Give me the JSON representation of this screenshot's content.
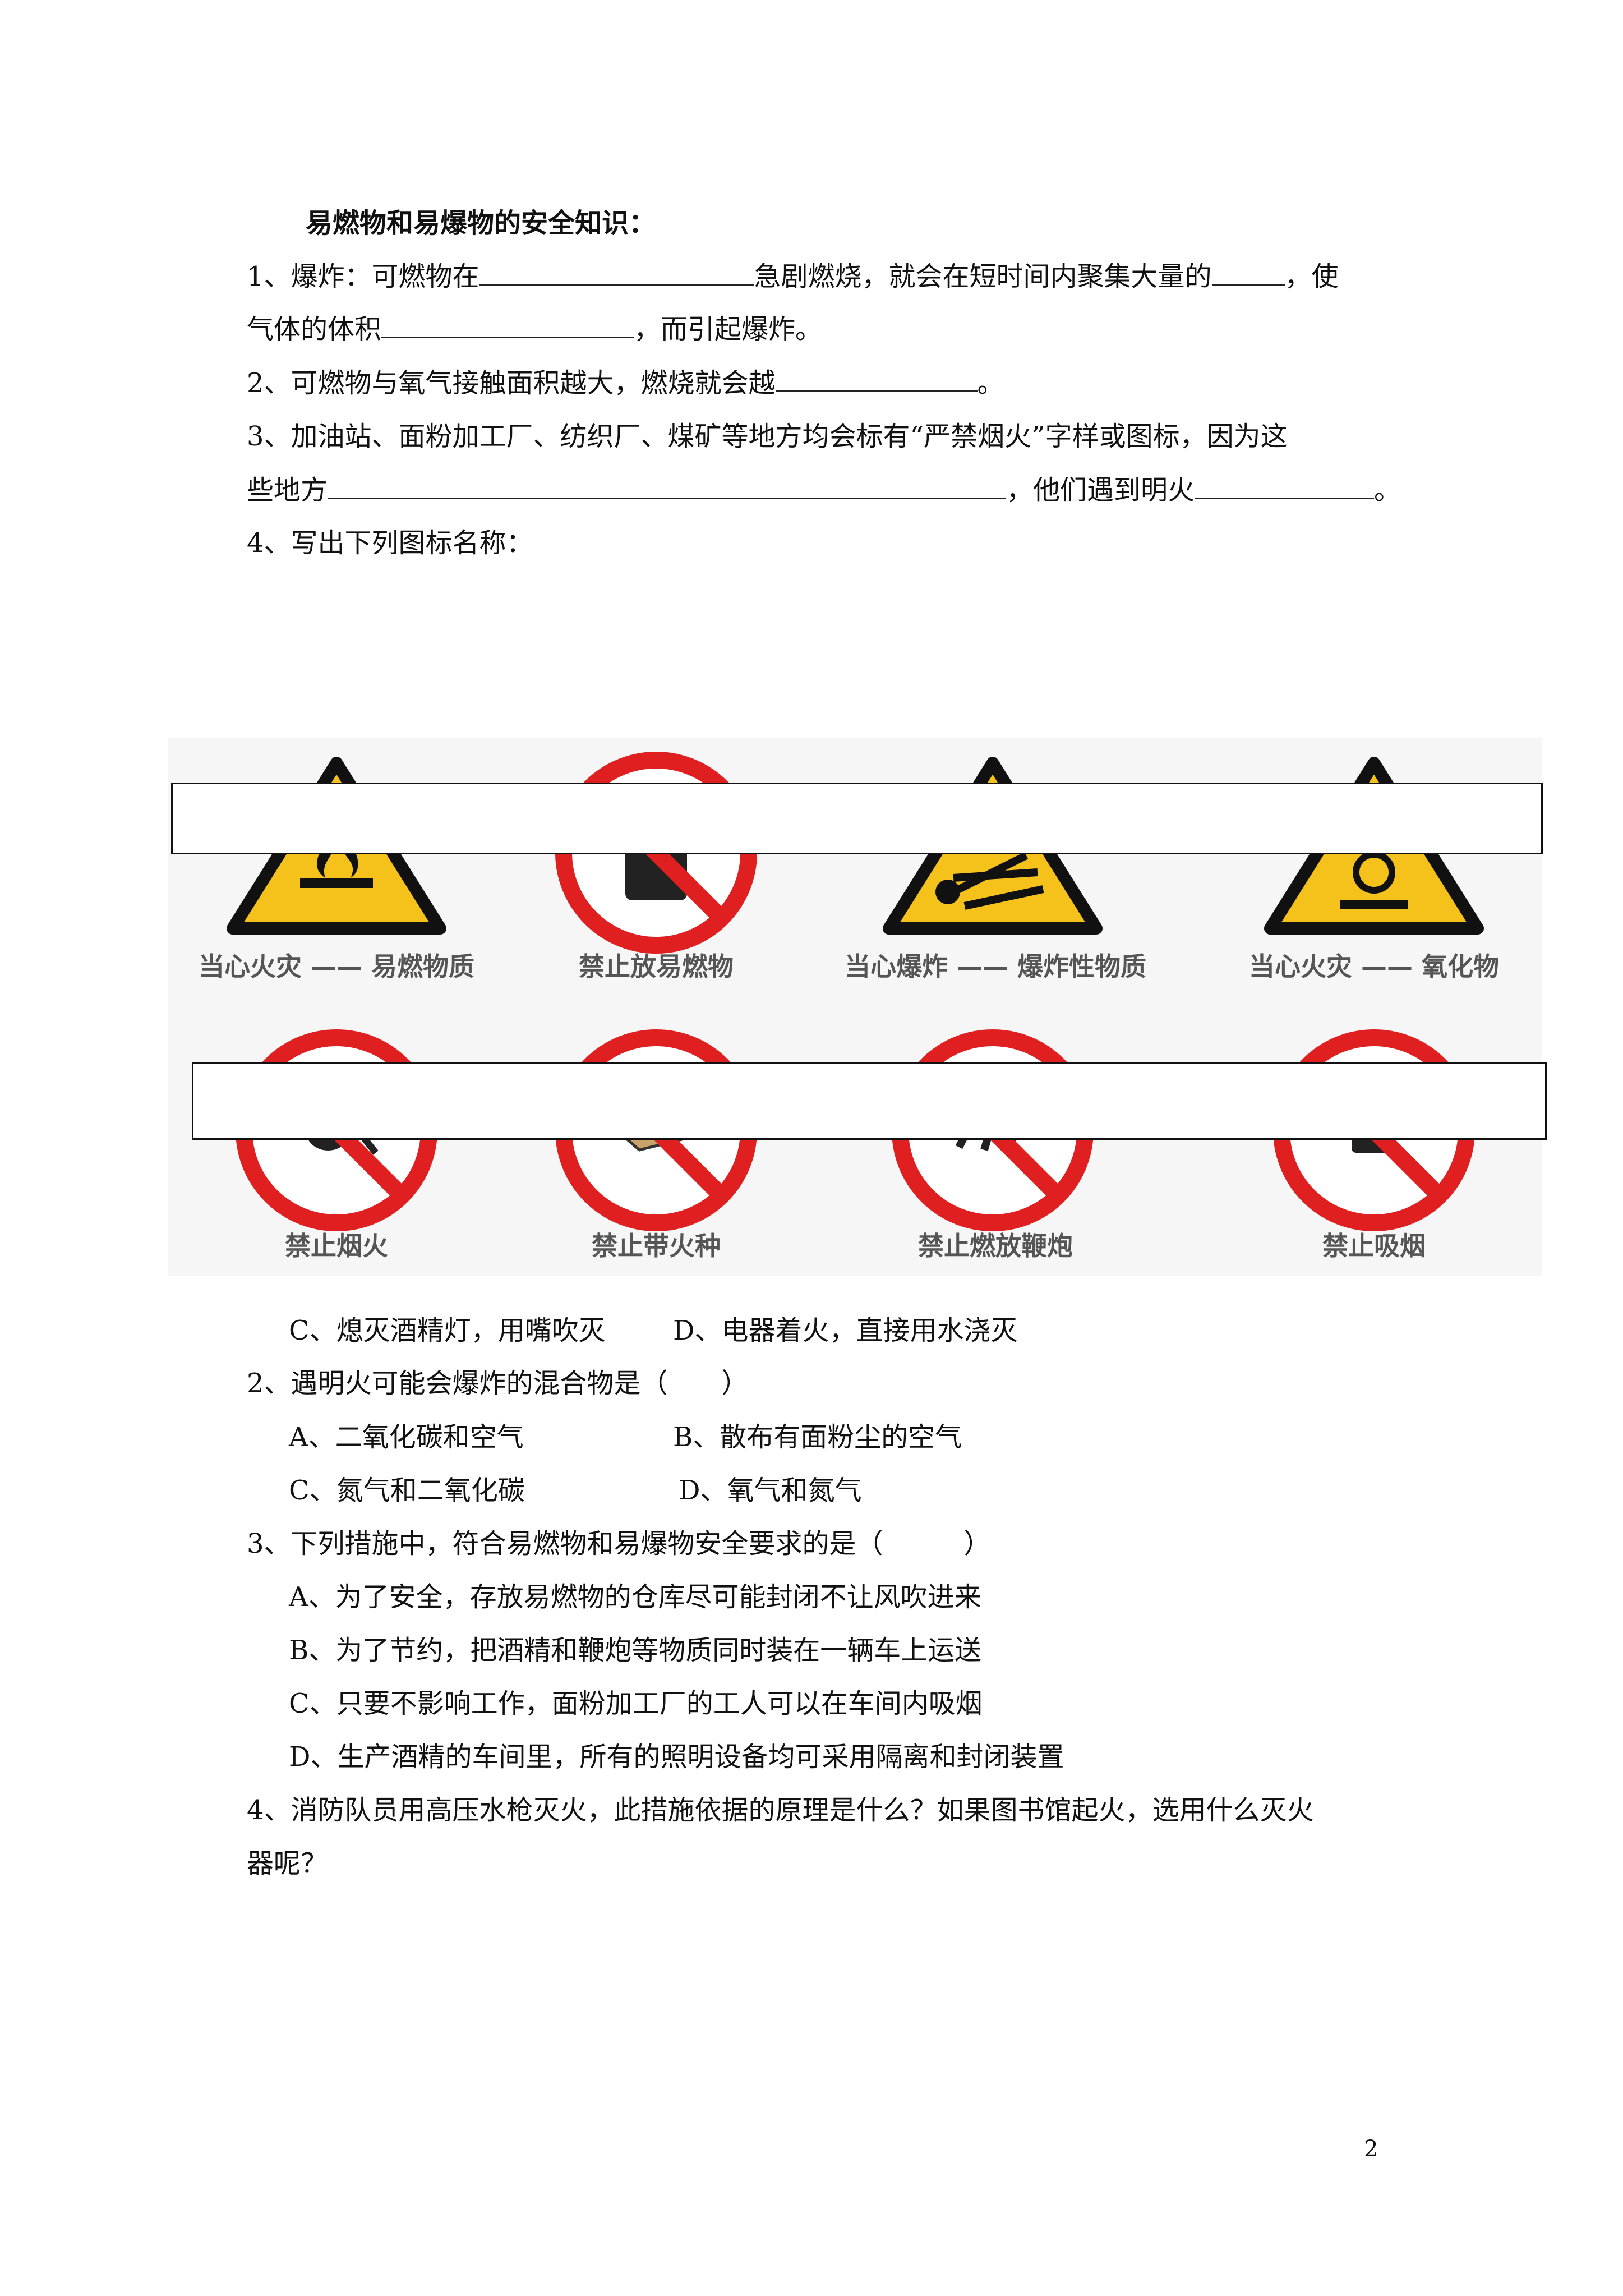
{
  "section_title": "易燃物和易爆物的安全知识：",
  "fill": {
    "q1_a": "1、爆炸：可燃物在",
    "q1_b": "急剧燃烧，就会在短时间内聚集大量的",
    "q1_c": "，使",
    "q1_d": "气体的体积",
    "q1_e": "，而引起爆炸。",
    "q2_a": "2、可燃物与氧气接触面积越大，燃烧就会越",
    "q2_b": "。",
    "q3_a": "3、加油站、面粉加工厂、纺织厂、煤矿等地方均会标有“严禁烟火”字样或图标，因为这",
    "q3_b": "些地方",
    "q3_c": "，他们遇到明火",
    "q3_d": "。",
    "q4": "4、写出下列图标名称："
  },
  "signs_row1": [
    {
      "label": "当心火灾 —— 易燃物质",
      "icon": "flame-warning-icon"
    },
    {
      "label": "禁止放易燃物",
      "icon": "no-flammables-icon"
    },
    {
      "label": "当心爆炸 —— 爆炸性物质",
      "icon": "explosion-warning-icon"
    },
    {
      "label": "当心火灾 —— 氧化物",
      "icon": "oxidizer-warning-icon"
    }
  ],
  "signs_row2": [
    {
      "label": "禁止烟火",
      "icon": "no-fire-icon"
    },
    {
      "label": "禁止带火种",
      "icon": "no-kindling-icon"
    },
    {
      "label": "禁止燃放鞭炮",
      "icon": "no-firecrackers-icon"
    },
    {
      "label": "禁止吸烟",
      "icon": "no-smoking-icon"
    }
  ],
  "choices": {
    "q1_c": "C、熄灭酒精灯，用嘴吹灭",
    "q1_d": "D、电器着火，直接用水浇灭",
    "q2_stem": "2、遇明火可能会爆炸的混合物是（　　）",
    "q2_a": "A、二氧化碳和空气",
    "q2_b": "B、散布有面粉尘的空气",
    "q2_c": "C、氮气和二氧化碳",
    "q2_d": "D、氧气和氮气",
    "q3_stem": "3、下列措施中，符合易燃物和易爆物安全要求的是（　　　）",
    "q3_a": "A、为了安全，存放易燃物的仓库尽可能封闭不让风吹进来",
    "q3_b": "B、为了节约，把酒精和鞭炮等物质同时装在一辆车上运送",
    "q3_c": "C、只要不影响工作，面粉加工厂的工人可以在车间内吸烟",
    "q3_d": "D、生产酒精的车间里，所有的照明设备均可采用隔离和封闭装置",
    "q4_a": "4、消防队员用高压水枪灭火，此措施依据的原理是什么？如果图书馆起火，选用什么灭火",
    "q4_b": "器呢？"
  },
  "page_number": "2"
}
